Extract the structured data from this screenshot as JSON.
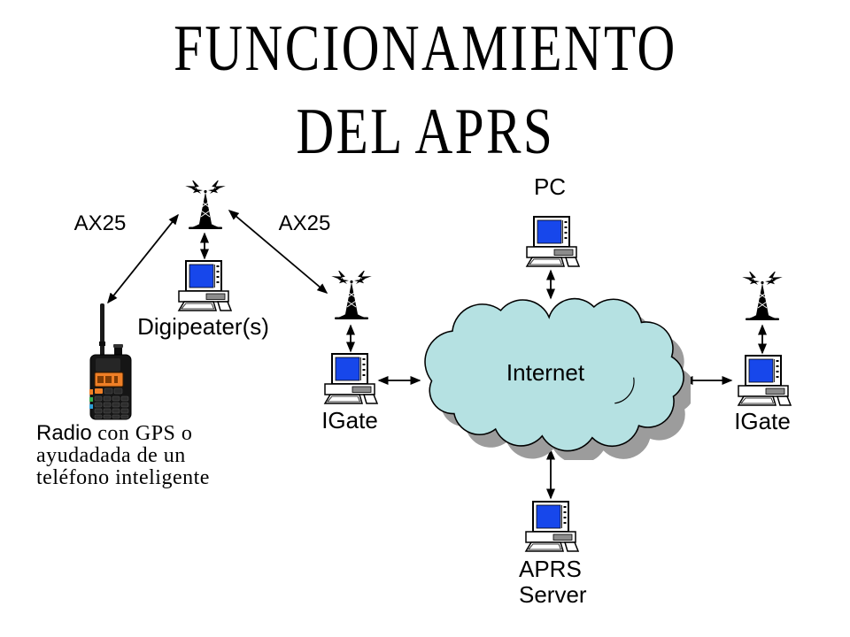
{
  "slide": {
    "title_line1": "FUNCIONAMIENTO",
    "title_line2": "DEL APRS"
  },
  "labels": {
    "ax25_left": "AX25",
    "ax25_right": "AX25"
  },
  "nodes": {
    "digipeater": {
      "label": "Digipeater(s)",
      "icon": "radio-tower-icon + computer-icon"
    },
    "igate_mid": {
      "label": "IGate",
      "icon": "radio-tower-icon + computer-icon"
    },
    "igate_right": {
      "label": "IGate",
      "icon": "radio-tower-icon + computer-icon"
    },
    "pc": {
      "label": "PC",
      "icon": "computer-icon"
    },
    "aprs_server": {
      "line1": "APRS",
      "line2": "Server",
      "icon": "computer-icon"
    },
    "internet": {
      "label": "Internet",
      "icon": "cloud-shape"
    },
    "radio": {
      "caption_lead": "Radio",
      "caption_line1_rest": " con GPS o",
      "caption_line2": "ayudadada de un",
      "caption_line3": "teléfono inteligente",
      "icon": "handheld-radio-icon"
    }
  },
  "colors": {
    "screen_blue": "#1747EB",
    "cloud_fill": "#B5E1E2",
    "cloud_shadow": "#9C9C9C",
    "drive_slot_gray": "#8C8C8C",
    "radio_display_orange": "#EF7F26",
    "line_black": "#000000"
  }
}
